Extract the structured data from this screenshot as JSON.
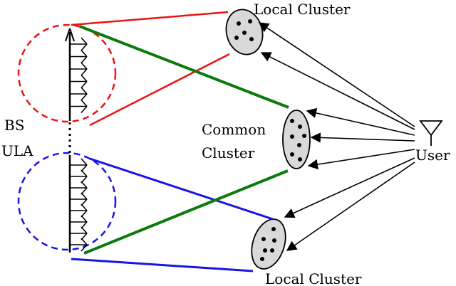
{
  "labels": {
    "local_cluster_top": "Local Cluster",
    "local_cluster_bottom": "Local Cluster",
    "common_cluster_line1": "Common",
    "common_cluster_line2": "Cluster",
    "bs_line1": "BS",
    "bs_line2": "ULA",
    "user": "User"
  },
  "colors": {
    "upper_subarray": "#ee1111",
    "lower_subarray": "#1515e6",
    "common_paths": "#0b7a0b",
    "cluster_fill": "#d9d9d9",
    "ink": "#000000"
  },
  "icons": {
    "user": "antenna-icon",
    "bs": "ula-antenna-array-icon"
  }
}
